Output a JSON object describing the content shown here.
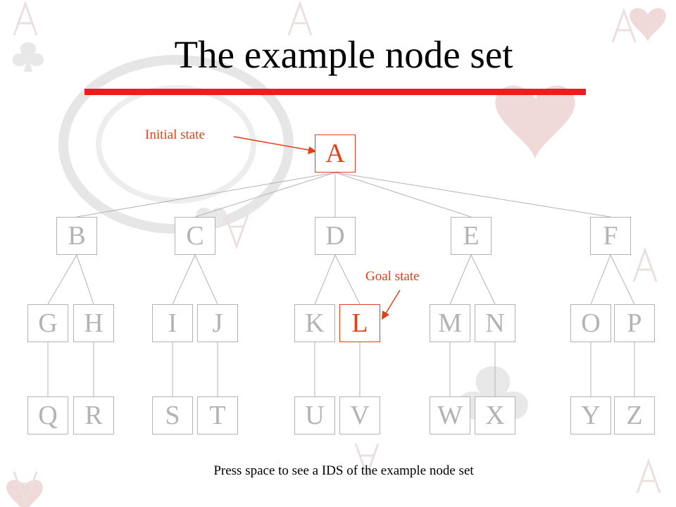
{
  "slide": {
    "title": "The example node set",
    "accent_color": "#ee1c1c",
    "footer": "Press space to see a IDS of the example node set"
  },
  "colors": {
    "node_default": "#b3b3b3",
    "node_highlight": "#e2401b",
    "annotation": "#e2401b"
  },
  "annotations": {
    "initial_state": "Initial state",
    "goal_state": "Goal state"
  },
  "tree": {
    "root": "A",
    "initial_node": "A",
    "goal_node": "L",
    "edges": [
      [
        "A",
        "B"
      ],
      [
        "A",
        "C"
      ],
      [
        "A",
        "D"
      ],
      [
        "A",
        "E"
      ],
      [
        "A",
        "F"
      ],
      [
        "B",
        "G"
      ],
      [
        "B",
        "H"
      ],
      [
        "C",
        "I"
      ],
      [
        "C",
        "J"
      ],
      [
        "D",
        "K"
      ],
      [
        "D",
        "L"
      ],
      [
        "E",
        "M"
      ],
      [
        "E",
        "N"
      ],
      [
        "F",
        "O"
      ],
      [
        "F",
        "P"
      ],
      [
        "G",
        "Q"
      ],
      [
        "H",
        "R"
      ],
      [
        "I",
        "S"
      ],
      [
        "J",
        "T"
      ],
      [
        "K",
        "U"
      ],
      [
        "L",
        "V"
      ],
      [
        "M",
        "W"
      ],
      [
        "N",
        "X"
      ],
      [
        "O",
        "Y"
      ],
      [
        "P",
        "Z"
      ]
    ],
    "levels": [
      [
        "A"
      ],
      [
        "B",
        "C",
        "D",
        "E",
        "F"
      ],
      [
        "G",
        "H",
        "I",
        "J",
        "K",
        "L",
        "M",
        "N",
        "O",
        "P"
      ],
      [
        "Q",
        "R",
        "S",
        "T",
        "U",
        "V",
        "W",
        "X",
        "Y",
        "Z"
      ]
    ]
  }
}
